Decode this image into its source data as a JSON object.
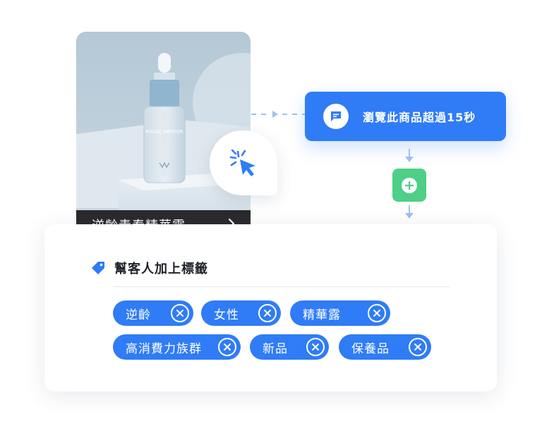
{
  "product": {
    "name": "逆齡青春精華露",
    "bottle_text": "MAGIC MIRROR",
    "chevron": "›"
  },
  "trigger": {
    "label": "瀏覽此商品超過15秒",
    "icon": "chat-icon"
  },
  "panel": {
    "title": "幫客人加上標籤",
    "icon": "tag-icon"
  },
  "tags": [
    {
      "label": "逆齡"
    },
    {
      "label": "女性"
    },
    {
      "label": "精華露"
    },
    {
      "label": "高消費力族群"
    },
    {
      "label": "新品"
    },
    {
      "label": "保養品"
    }
  ],
  "colors": {
    "primary": "#2f7cf6",
    "success": "#4ecf86",
    "dark_bar": "#2a2a2c"
  }
}
